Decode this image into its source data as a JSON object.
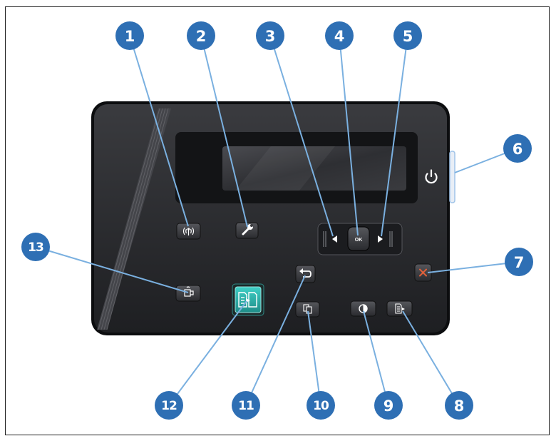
{
  "panel": {
    "ok_label": "OK",
    "colors": {
      "panel_body": "#2c2d31",
      "panel_edge": "#0c0d0f",
      "display": "#3c3d41",
      "callout": "#2e6fb4",
      "leader_line": "#7ab0e0",
      "cancel_x": "#e0603a",
      "copy_teal": "#30b7b0",
      "power_edge": "#9fc3e8"
    }
  },
  "callouts": [
    {
      "number": "1",
      "target": "wireless-button"
    },
    {
      "number": "2",
      "target": "setup-button"
    },
    {
      "number": "3",
      "target": "left-arrow-button"
    },
    {
      "number": "4",
      "target": "ok-button"
    },
    {
      "number": "5",
      "target": "right-arrow-button"
    },
    {
      "number": "6",
      "target": "power-button"
    },
    {
      "number": "7",
      "target": "cancel-button"
    },
    {
      "number": "8",
      "target": "copy-menu-button"
    },
    {
      "number": "9",
      "target": "lighter-darker-button"
    },
    {
      "number": "10",
      "target": "number-of-copies-button"
    },
    {
      "number": "11",
      "target": "back-button"
    },
    {
      "number": "12",
      "target": "start-copy-button"
    },
    {
      "number": "13",
      "target": "eprint-button"
    }
  ]
}
